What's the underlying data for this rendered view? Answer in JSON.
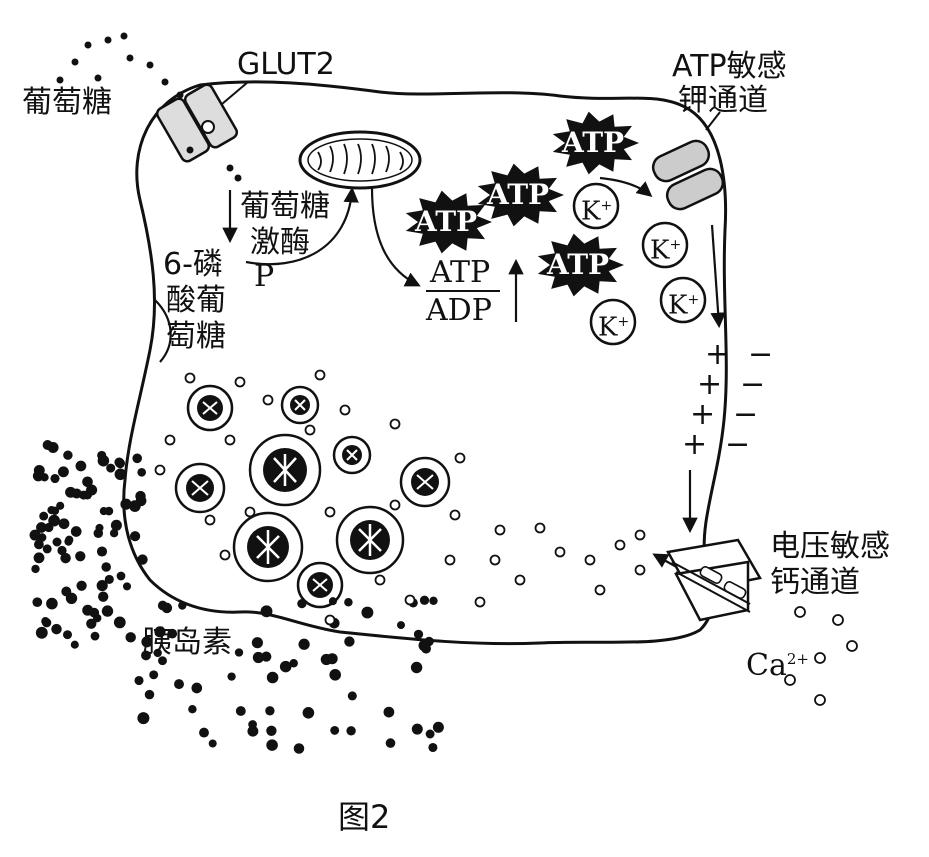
{
  "labels": {
    "glucose": "葡萄糖",
    "glut2": "GLUT2",
    "atp_channel_line1": "ATP敏感",
    "atp_channel_line2": "钾通道",
    "glucokinase_line1": "葡萄糖",
    "glucokinase_line2": "激酶",
    "phosphate": "P",
    "g6p_line1": "6-磷",
    "g6p_line2": "酸葡",
    "g6p_line3": "萄糖",
    "atp_numerator": "ATP",
    "adp_denominator": "ADP",
    "atp_burst": "ATP",
    "potassium": "K",
    "potassium_charge": "+",
    "plus": "+",
    "minus": "−",
    "ca_channel_line1": "电压敏感",
    "ca_channel_line2": "钙通道",
    "calcium": "Ca",
    "calcium_charge": "2+",
    "insulin": "胰岛素",
    "figure_caption": "图2"
  }
}
